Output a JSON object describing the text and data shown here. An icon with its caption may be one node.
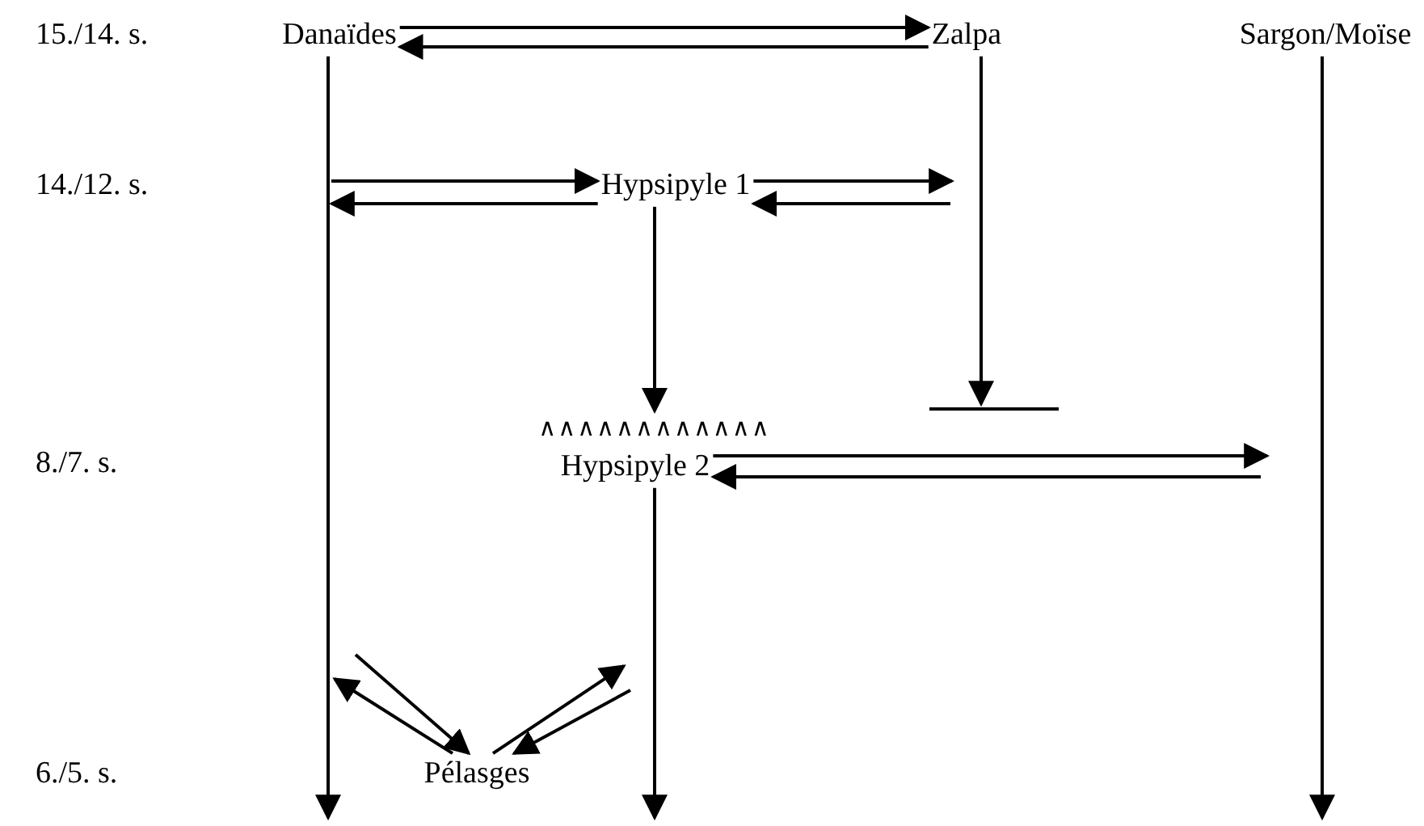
{
  "diagram": {
    "nodes": [
      {
        "text": [
          "Danaïdes"
        ]
      },
      {
        "text": [
          "Zalpa"
        ]
      },
      {
        "text": [
          "Sargon/Moïse"
        ]
      },
      {
        "text": [
          "Hypsipyle 1"
        ]
      },
      {
        "text": [],
        "shape": "bar"
      },
      {
        "text": [
          "∧∧∧∧∧∧∧∧∧∧∧∧"
        ]
      },
      {
        "text": [
          "Hypsipyle 2"
        ]
      },
      {
        "text": [
          "Pélasges"
        ]
      }
    ],
    "edges": [
      {
        "from": 0,
        "to": 1,
        "arrow": "to"
      },
      {
        "from": 1,
        "to": 0,
        "arrow": "to"
      },
      {
        "from": 0,
        "to": null,
        "arrow": "to"
      },
      {
        "from": 1,
        "to": 4,
        "arrow": "to"
      },
      {
        "from": 2,
        "to": null,
        "arrow": "to"
      },
      {
        "from": null,
        "to": 3,
        "arrow": "to"
      },
      {
        "from": 3,
        "to": null,
        "arrow": "to"
      },
      {
        "from": 3,
        "to": null,
        "arrow": "to"
      },
      {
        "from": null,
        "to": 3,
        "arrow": "to"
      },
      {
        "from": 3,
        "to": 5,
        "arrow": "to"
      },
      {
        "from": 6,
        "to": null,
        "arrow": "to"
      },
      {
        "from": null,
        "to": 6,
        "arrow": "to"
      },
      {
        "from": 6,
        "to": null,
        "arrow": "to"
      },
      {
        "from": null,
        "to": 7,
        "arrow": "to"
      },
      {
        "from": 7,
        "to": null,
        "arrow": "to"
      },
      {
        "from": 7,
        "to": null,
        "arrow": "to"
      },
      {
        "from": null,
        "to": 7,
        "arrow": "to"
      }
    ],
    "labels": [
      "15./14. s.",
      "14./12. s.",
      "8./7. s.",
      "6./5. s."
    ]
  }
}
